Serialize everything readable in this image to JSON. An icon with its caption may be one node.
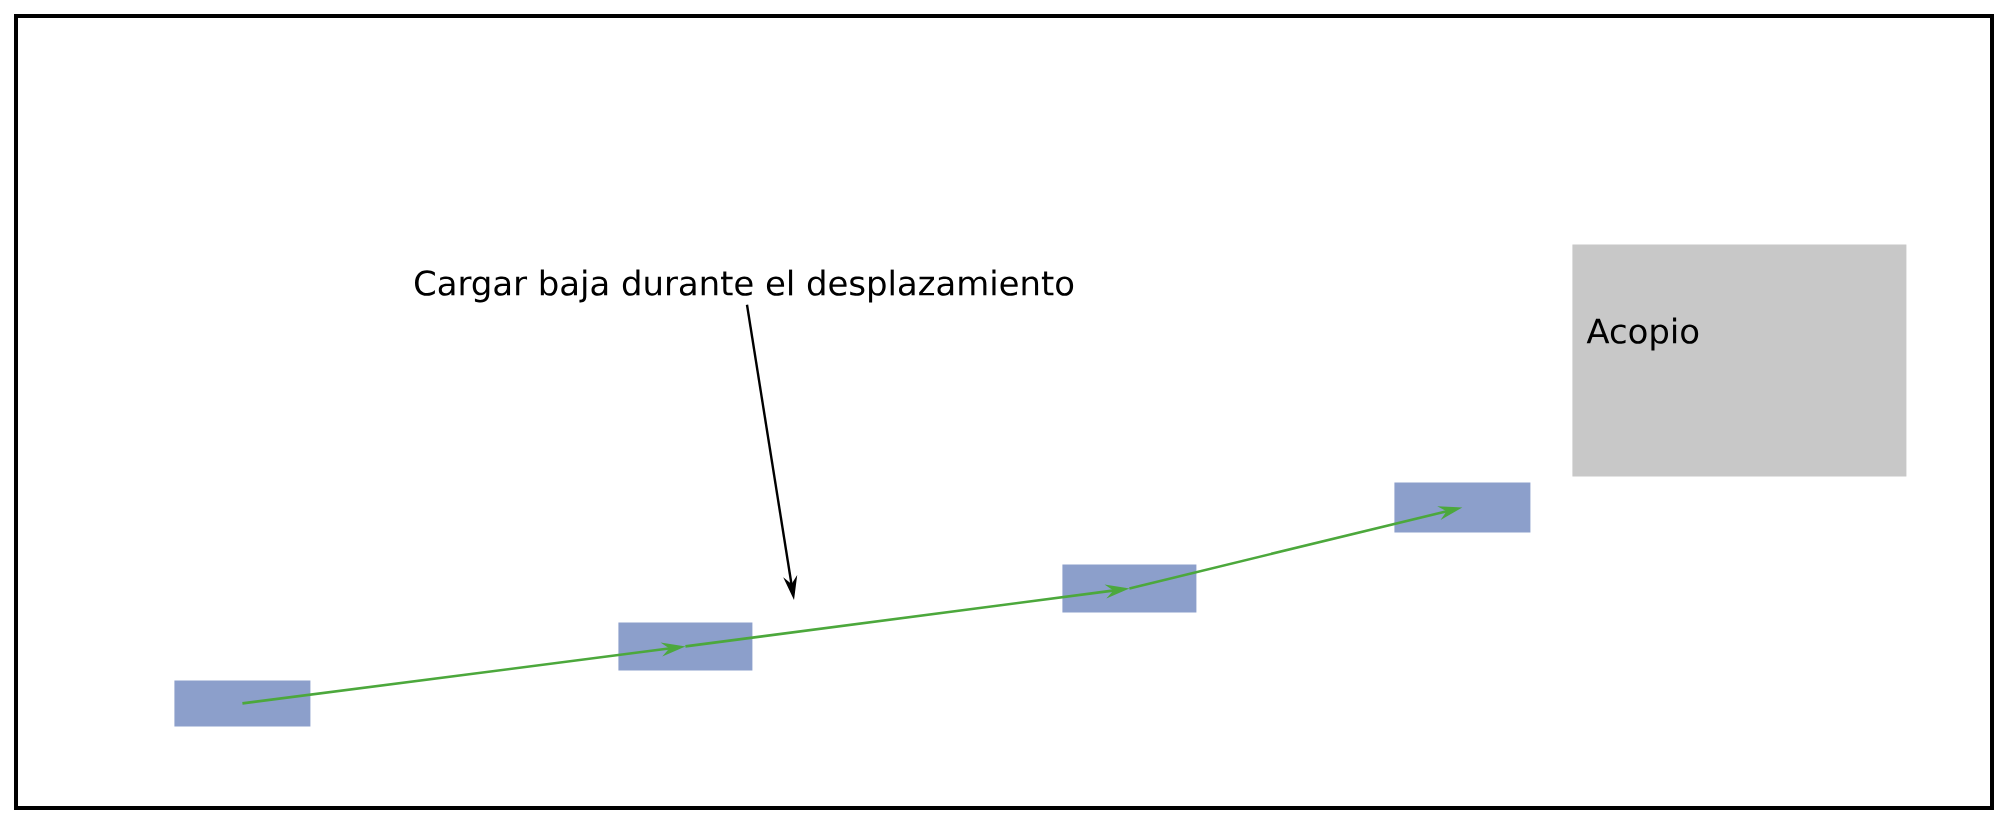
{
  "diagram": {
    "nodes": [
      {
        "text": [
          "Cargar baja durante el desplazamiento"
        ]
      },
      {
        "text": [],
        "shape": "box"
      },
      {
        "text": [],
        "shape": "box"
      },
      {
        "text": [],
        "shape": "box"
      },
      {
        "text": [],
        "shape": "box"
      },
      {
        "text": [
          "Acopio"
        ]
      }
    ],
    "edges": [
      {
        "from": 1,
        "to": 2,
        "arrow": "to"
      },
      {
        "from": 2,
        "to": 3,
        "arrow": "to"
      },
      {
        "from": 3,
        "to": 4,
        "arrow": "to"
      },
      {
        "from": 0,
        "to": null,
        "arrow": "to",
        "color": "#000000"
      }
    ]
  }
}
